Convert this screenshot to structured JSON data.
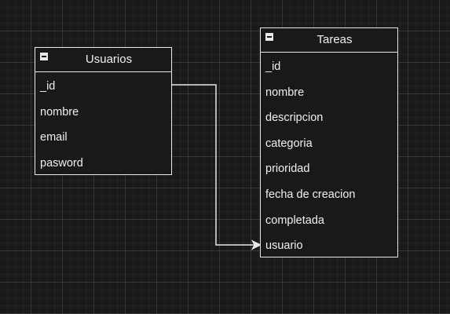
{
  "diagram": {
    "usuarios": {
      "title": "Usuarios",
      "fields": [
        "_id",
        "nombre",
        "email",
        "pasword"
      ]
    },
    "tareas": {
      "title": "Tareas",
      "fields": [
        "_id",
        "nombre",
        "descripcion",
        "categoria",
        "prioridad",
        "fecha de creacion",
        "completada",
        "usuario"
      ]
    },
    "relation": {
      "from": "Usuarios._id",
      "to": "Tareas.usuario"
    }
  }
}
